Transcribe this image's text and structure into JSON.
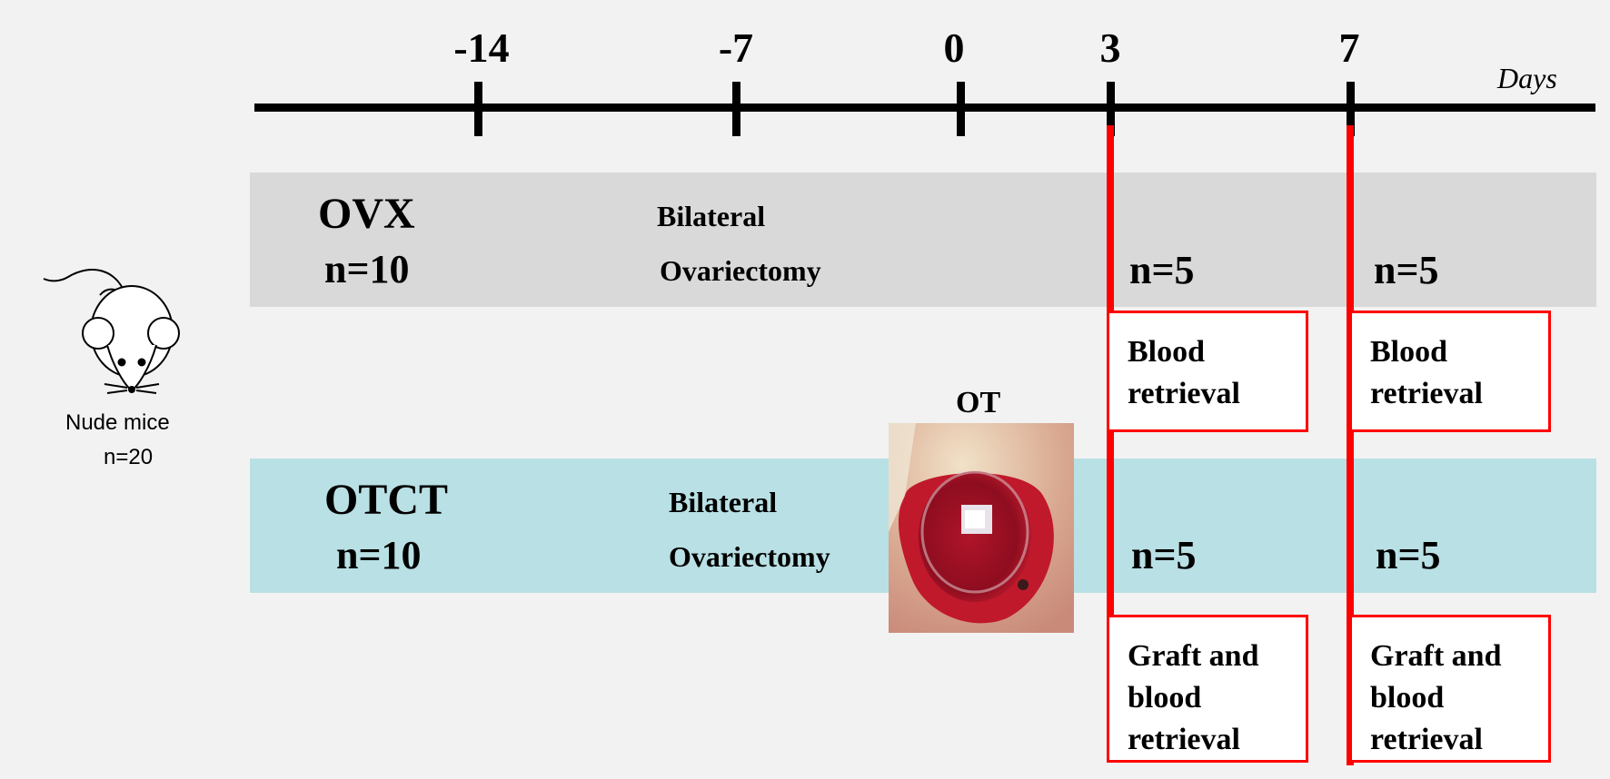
{
  "timeline": {
    "unit_label": "Days",
    "ticks": [
      "-14",
      "-7",
      "0",
      "3",
      "7"
    ]
  },
  "groups": [
    {
      "name": "OVX",
      "n": "n=10",
      "procedure_line1": "Bilateral",
      "procedure_line2": "Ovariectomy",
      "n_day3": "n=5",
      "n_day7": "n=5"
    },
    {
      "name": "OTCT",
      "n": "n=10",
      "procedure_line1": "Bilateral",
      "procedure_line2": "Ovariectomy",
      "n_day3": "n=5",
      "n_day7": "n=5"
    }
  ],
  "boxes": {
    "ovx_day3": [
      "Blood",
      "retrieval"
    ],
    "ovx_day7": [
      "Blood",
      "retrieval"
    ],
    "otct_day3": [
      "Graft and",
      "blood",
      "retrieval"
    ],
    "otct_day7": [
      "Graft and",
      "blood",
      "retrieval"
    ]
  },
  "ot_label": "OT",
  "mouse": {
    "label": "Nude mice",
    "n": "n=20"
  },
  "colors": {
    "ovx_band": "#d9d9d9",
    "otct_band": "#b9e0e4",
    "sampling_line": "#ff0000"
  }
}
